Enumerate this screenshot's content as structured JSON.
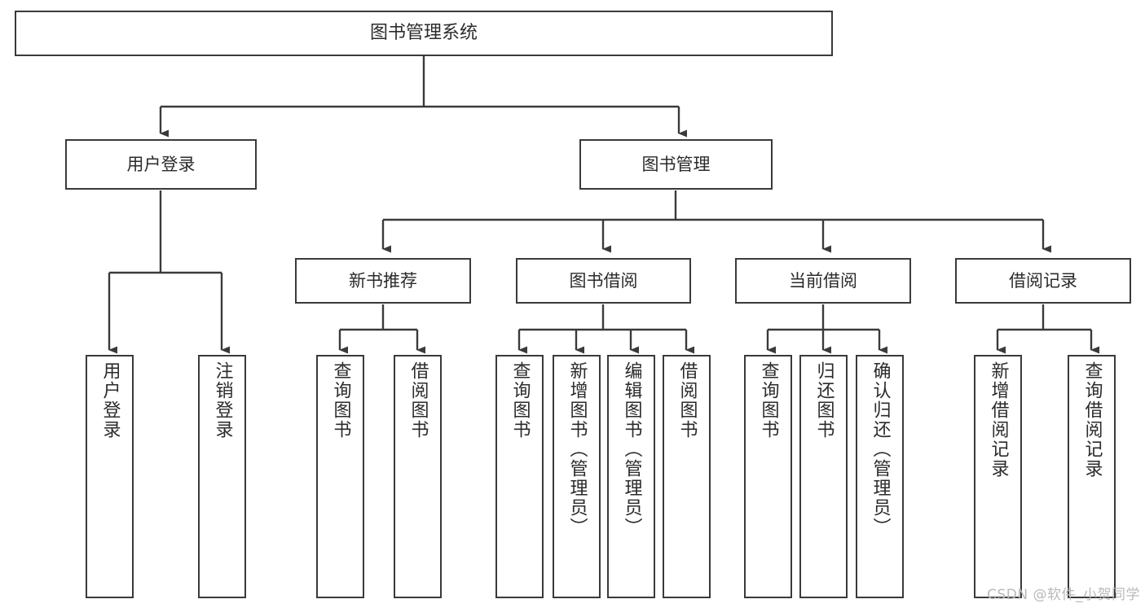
{
  "diagram": {
    "title": "图书管理系统",
    "watermark": "CSDN @软件_小贺同学",
    "colors": {
      "background": "#ffffff",
      "border": "#3a3a3a",
      "text": "#2b2b2b",
      "connector": "#3a3a3a",
      "watermark": "#b9b9b9"
    },
    "root": {
      "label": "图书管理系统"
    },
    "level2": [
      {
        "label": "用户登录"
      },
      {
        "label": "图书管理"
      }
    ],
    "level3": [
      {
        "label": "新书推荐"
      },
      {
        "label": "图书借阅"
      },
      {
        "label": "当前借阅"
      },
      {
        "label": "借阅记录"
      }
    ],
    "leaves": {
      "user_login": [
        {
          "label": "用户登录"
        },
        {
          "label": "注销登录"
        }
      ],
      "new_book_recommend": [
        {
          "label": "查询图书"
        },
        {
          "label": "借阅图书"
        }
      ],
      "book_borrow": [
        {
          "label": "查询图书"
        },
        {
          "label": "新增图书（管理员）"
        },
        {
          "label": "编辑图书（管理员）"
        },
        {
          "label": "借阅图书"
        }
      ],
      "current_borrow": [
        {
          "label": "查询图书"
        },
        {
          "label": "归还图书"
        },
        {
          "label": "确认归还（管理员）"
        }
      ],
      "borrow_record": [
        {
          "label": "新增借阅记录"
        },
        {
          "label": "查询借阅记录"
        }
      ]
    }
  }
}
